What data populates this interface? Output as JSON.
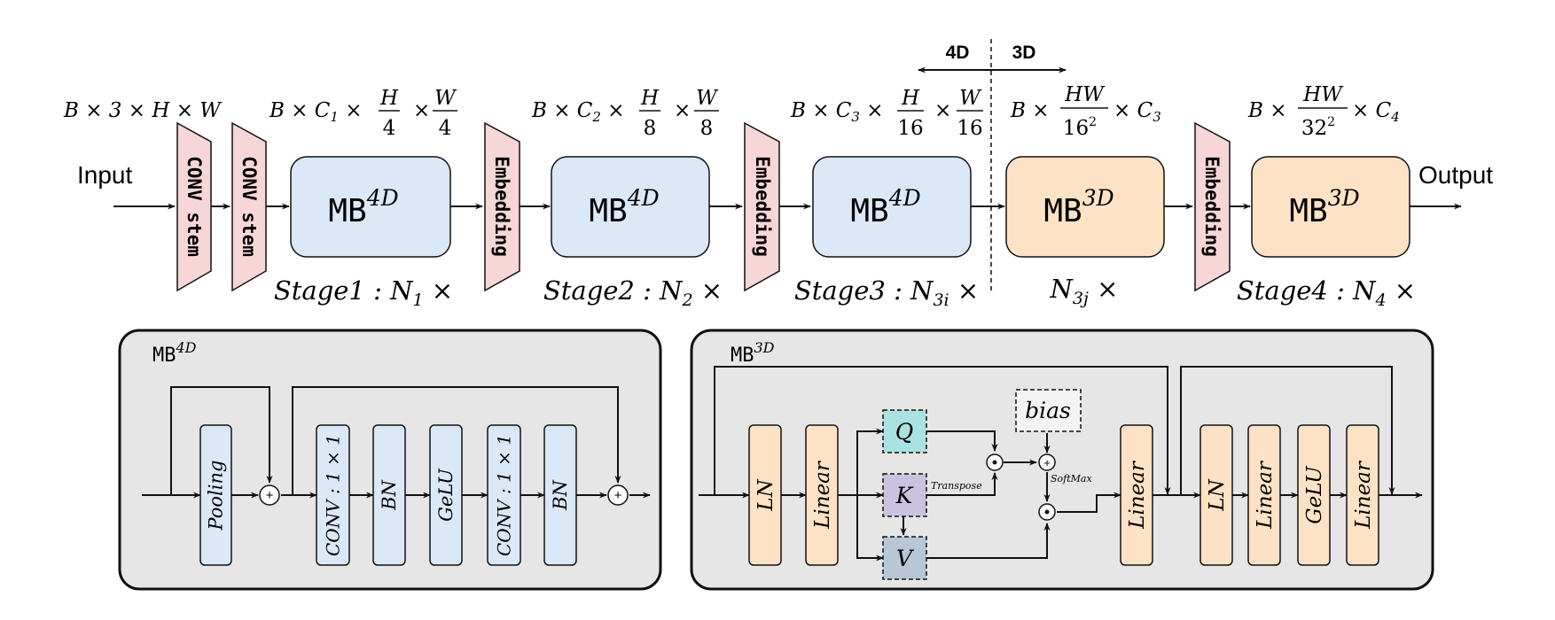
{
  "colors": {
    "blue": "#dbe8f8",
    "orange": "#fde2c5",
    "pink": "#f6d6d6",
    "panel": "#e6e6e6",
    "teal": "#a9e2e0",
    "lavender": "#c9c3e0",
    "steel": "#b8c7d6",
    "stroke": "#111111"
  },
  "top": {
    "input_label": "Input",
    "output_label": "Output",
    "conv_stem_label": "CONV stem",
    "embedding_label": "Embedding",
    "mb_label": "MB",
    "sup_4d": "4D",
    "sup_3d": "3D",
    "dim_left": "4D",
    "dim_right": "3D",
    "shape_input": "B × 3 × H × W",
    "shape1": {
      "pre": "B × C",
      "sub": "1",
      "mid": " × ",
      "f1n": "H",
      "f1d": "4",
      "f2n": "W",
      "f2d": "4"
    },
    "shape2": {
      "pre": "B × C",
      "sub": "2",
      "mid": " × ",
      "f1n": "H",
      "f1d": "8",
      "f2n": "W",
      "f2d": "8"
    },
    "shape3": {
      "pre": "B × C",
      "sub": "3",
      "mid": " × ",
      "f1n": "H",
      "f1d": "16",
      "f2n": "W",
      "f2d": "16"
    },
    "shape4": {
      "pre": "B × ",
      "fn": "HW",
      "fd": "16",
      "fdsup": "2",
      "post": " × C",
      "sub": "3"
    },
    "shape5": {
      "pre": "B × ",
      "fn": "HW",
      "fd": "32",
      "fdsup": "2",
      "post": " × C",
      "sub": "4"
    },
    "stage1": {
      "name": "Stage1 : N",
      "sub": "1",
      "tail": " ×"
    },
    "stage2": {
      "name": "Stage2 : N",
      "sub": "2",
      "tail": " ×"
    },
    "stage3": {
      "name": "Stage3 : N",
      "sub": "3i",
      "tail": " ×"
    },
    "stage3j": {
      "name": "N",
      "sub": "3j",
      "tail": " ×"
    },
    "stage4": {
      "name": "Stage4 : N",
      "sub": "4",
      "tail": " ×"
    }
  },
  "mb4d_panel": {
    "title": "MB",
    "title_sup": "4D",
    "blocks": [
      "Pooling",
      "CONV : 1 × 1",
      "BN",
      "GeLU",
      "CONV : 1 × 1",
      "BN"
    ]
  },
  "mb3d_panel": {
    "title": "MB",
    "title_sup": "3D",
    "blocks_pre": [
      "LN",
      "Linear"
    ],
    "q": "Q",
    "k": "K",
    "v": "V",
    "bias": "bias",
    "transpose": "Transpose",
    "softmax": "SoftMax",
    "proj": "Linear",
    "blocks_post": [
      "LN",
      "Linear",
      "GeLU",
      "Linear"
    ]
  }
}
